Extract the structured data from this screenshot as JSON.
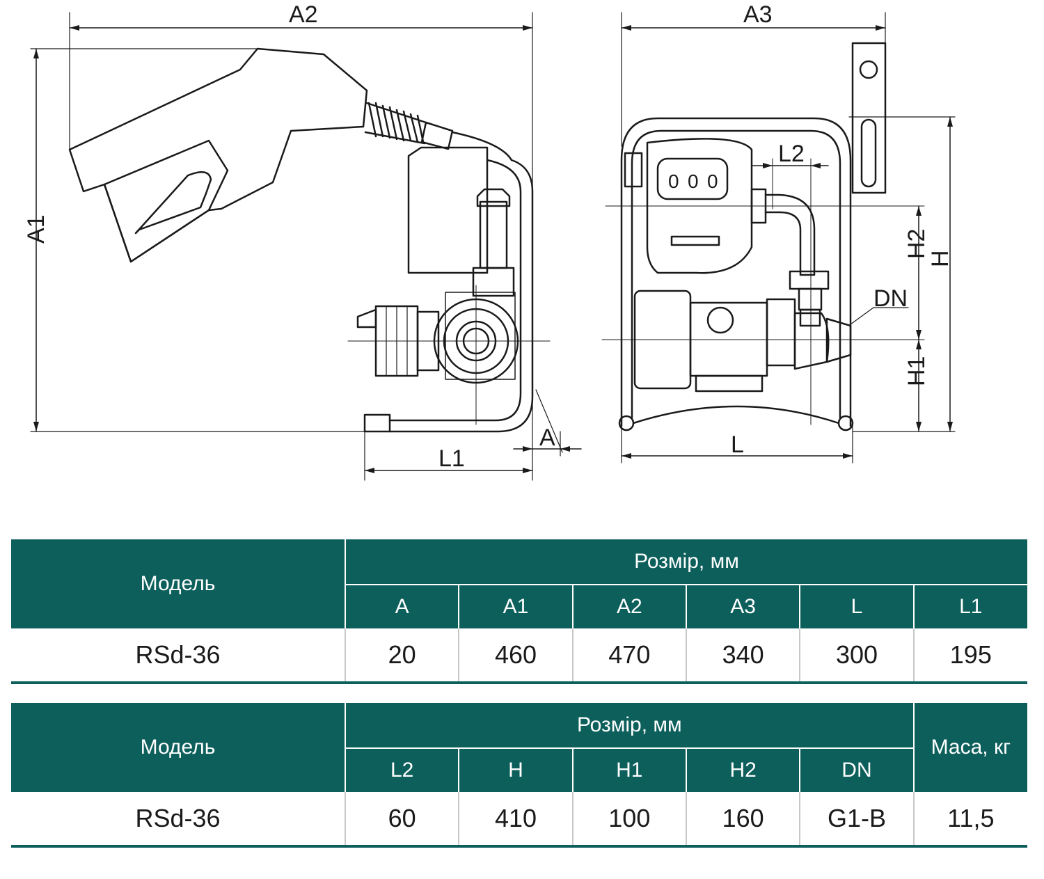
{
  "drawing": {
    "labels": {
      "a2": "A2",
      "a1": "A1",
      "a": "A",
      "l1": "L1",
      "a3": "A3",
      "l2": "L2",
      "h2": "H2",
      "h": "H",
      "dn": "DN",
      "h1": "H1",
      "l": "L"
    },
    "counter_digits": [
      "0",
      "0",
      "0"
    ]
  },
  "table1": {
    "model_header": "Модель",
    "size_header": "Розмір, мм",
    "columns": [
      "A",
      "A1",
      "A2",
      "A3",
      "L",
      "L1"
    ],
    "row": {
      "model": "RSd-36",
      "values": [
        "20",
        "460",
        "470",
        "340",
        "300",
        "195"
      ]
    }
  },
  "table2": {
    "model_header": "Модель",
    "size_header": "Розмір, мм",
    "mass_header": "Маса, кг",
    "columns": [
      "L2",
      "H",
      "H1",
      "H2",
      "DN"
    ],
    "row": {
      "model": "RSd-36",
      "values": [
        "60",
        "410",
        "100",
        "160",
        "G1-B"
      ],
      "mass": "11,5"
    }
  },
  "colors": {
    "header_bg": "#0d5f5c",
    "header_text": "#ffffff",
    "line": "#1a1a1a"
  }
}
